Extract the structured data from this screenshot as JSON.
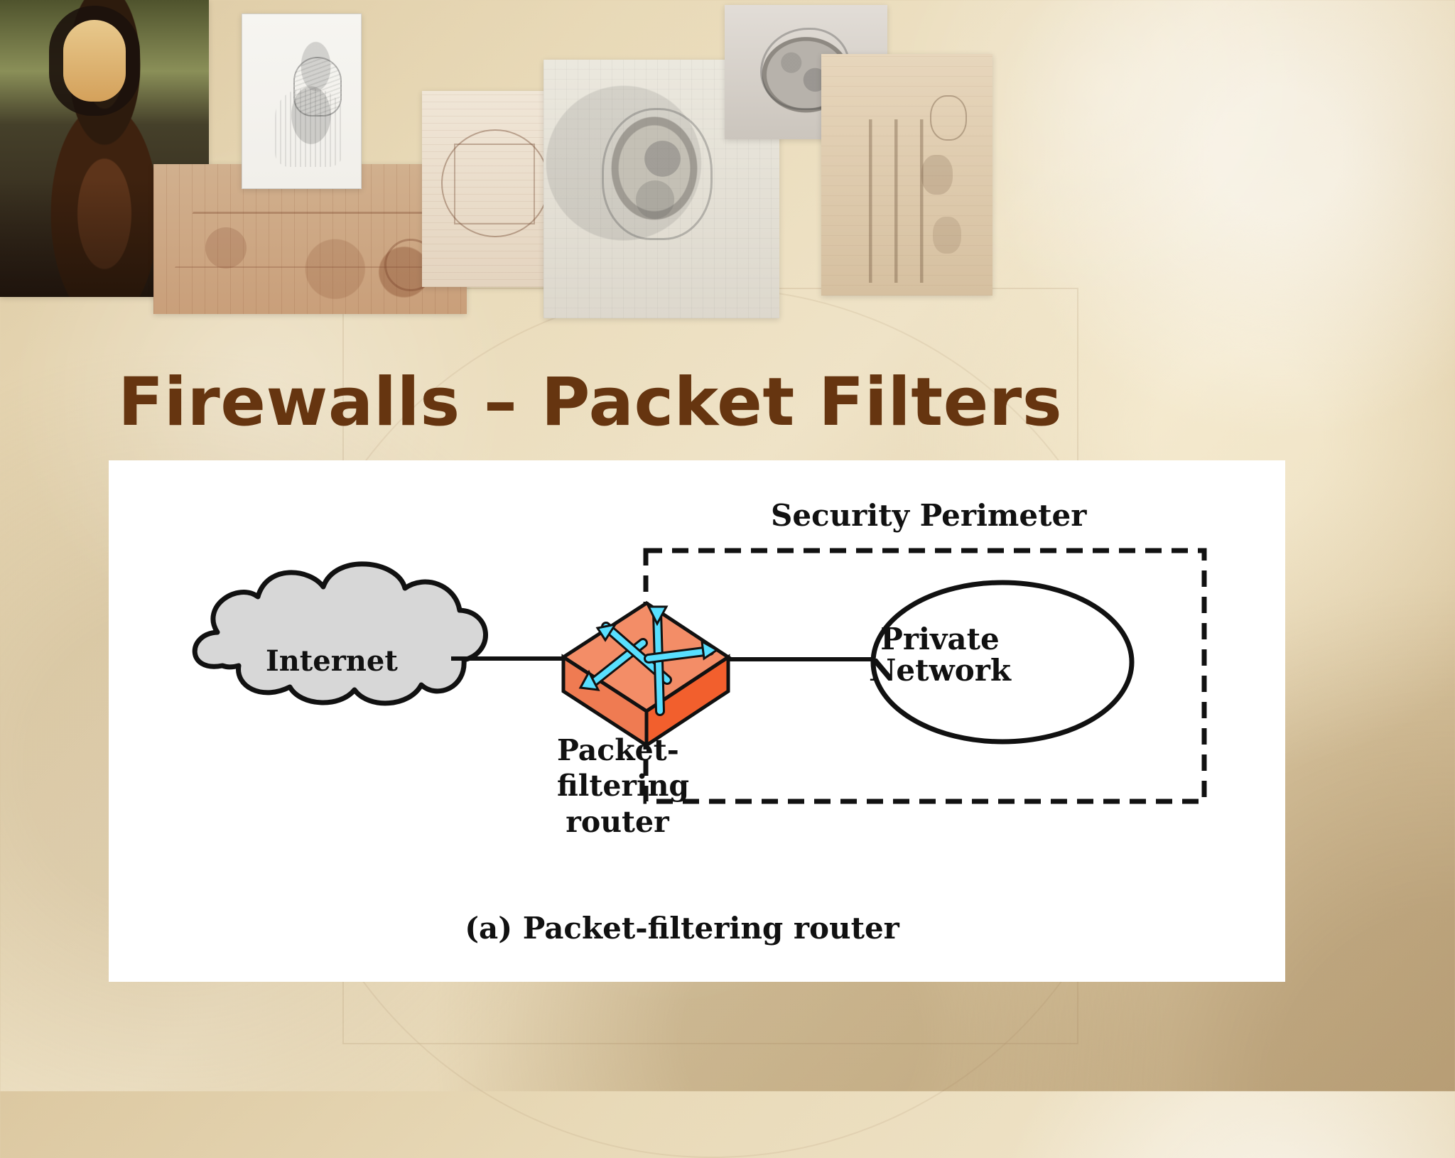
{
  "slide": {
    "title": "Firewalls – Packet Filters"
  },
  "decorations": {
    "collage": [
      "mona-lisa-painting",
      "leonardo-portrait-sketch",
      "chariot-sketch",
      "vitruvian-man-sketch",
      "embryo-sketch",
      "skull-sketch",
      "skeleton-sketch"
    ]
  },
  "diagram": {
    "security_perimeter_label": "Security Perimeter",
    "nodes": {
      "internet": "Internet",
      "private_network_line_1": "Private",
      "private_network_line_2": "Network",
      "router_line_1": "Packet-",
      "router_line_2": "filtering",
      "router_line_3": "router"
    },
    "caption": "(a) Packet-filtering router",
    "icons": {
      "internet": "cloud-icon",
      "router": "packet-filtering-router-icon"
    },
    "colors": {
      "title": "#663510",
      "internet_fill": "#d7d7d7",
      "router_fill": "#ef7b52",
      "router_arrow": "#58dfff",
      "line": "#111111"
    }
  }
}
